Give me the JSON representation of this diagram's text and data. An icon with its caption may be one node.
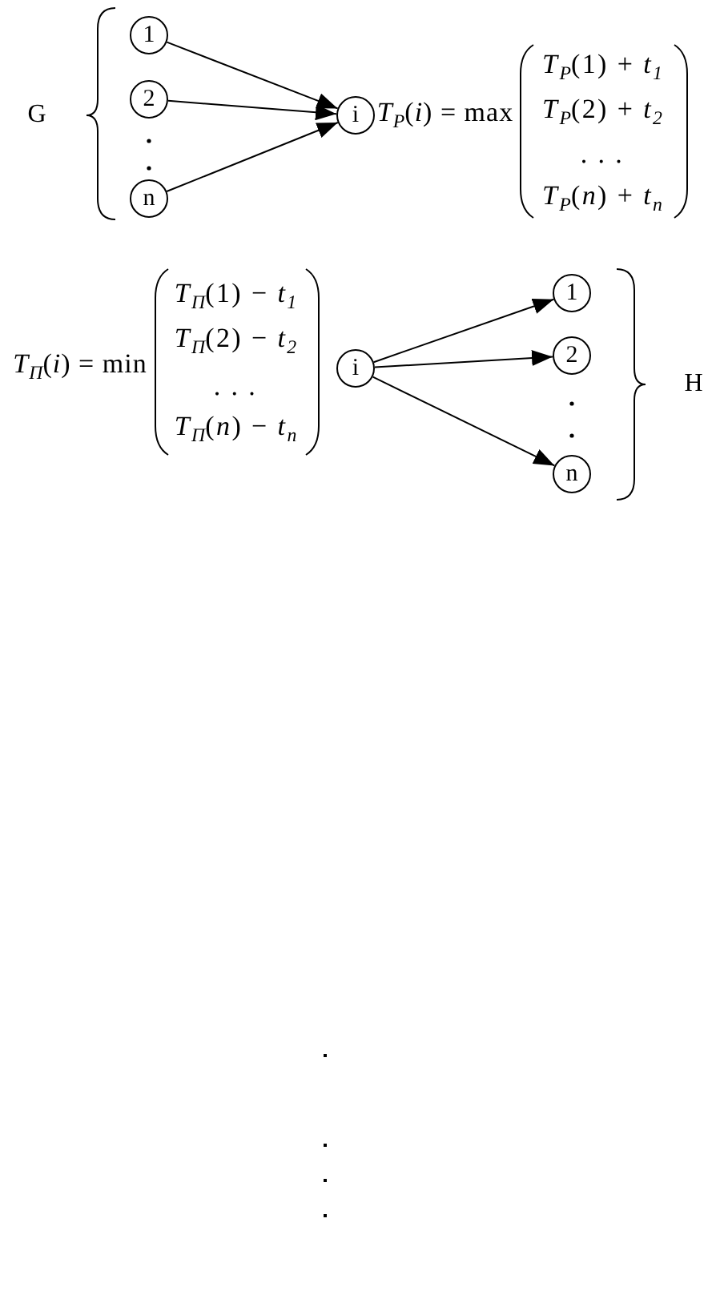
{
  "diagram": {
    "nodes": [
      {
        "text": [
          "1"
        ]
      },
      {
        "text": [
          "2"
        ]
      },
      {
        "text": [
          "n"
        ]
      },
      {
        "text": [
          "i"
        ]
      },
      {
        "text": [
          "i"
        ]
      },
      {
        "text": [
          "1"
        ]
      },
      {
        "text": [
          "2"
        ]
      },
      {
        "text": [
          "n"
        ]
      }
    ],
    "edges": [
      {
        "from": 0,
        "to": 3,
        "arrow": "to"
      },
      {
        "from": 1,
        "to": 3,
        "arrow": "to"
      },
      {
        "from": 2,
        "to": 3,
        "arrow": "to"
      },
      {
        "from": 4,
        "to": 5,
        "arrow": "to"
      },
      {
        "from": 4,
        "to": 6,
        "arrow": "to"
      },
      {
        "from": 4,
        "to": 7,
        "arrow": "to"
      }
    ],
    "labels": [
      "G",
      "*T*$_{P}$(*i*) = max",
      "*T*$_{P}$(1) + *t*$_{1}$",
      "*T*$_{P}$(2) + *t*$_{2}$",
      ". . .",
      "*T*$_{P}$(*n*) + *t*$_{n}$",
      "*T*$_{Π}$(*i*) = min",
      "*T*$_{Π}$(1) − *t*$_{1}$",
      "*T*$_{Π}$(2) − *t*$_{2}$",
      ". . .",
      "*T*$_{Π}$(*n*) − *t*$_{n}$",
      "H"
    ]
  }
}
